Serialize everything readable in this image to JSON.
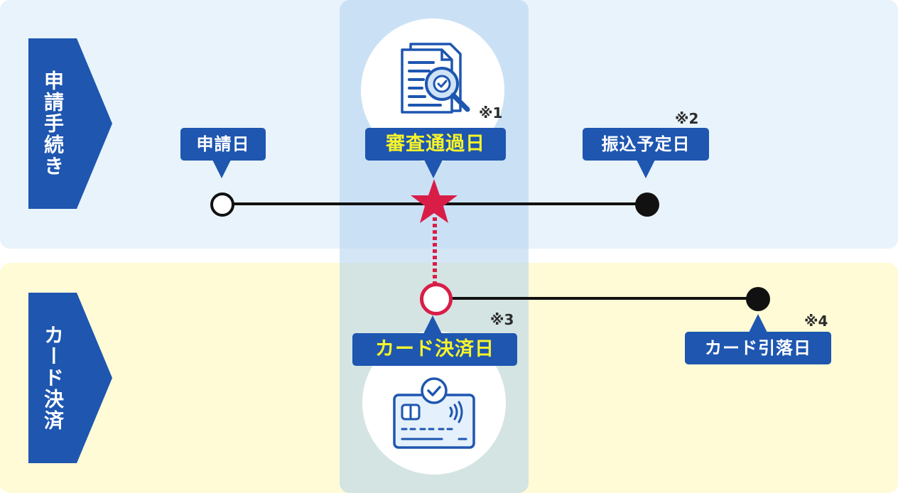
{
  "sections": {
    "application": {
      "label": "申請手続き",
      "color": "#1e56b0"
    },
    "card": {
      "label": "カード決済",
      "color": "#1e56b0"
    }
  },
  "milestones": {
    "application_date": {
      "label": "申請日"
    },
    "review_passed": {
      "label": "審査通過日",
      "note": "※1"
    },
    "transfer_scheduled": {
      "label": "振込予定日",
      "note": "※2"
    },
    "card_payment": {
      "label": "カード決済日",
      "note": "※3"
    },
    "card_withdrawal": {
      "label": "カード引落日",
      "note": "※4"
    }
  },
  "icons": {
    "review": "document-magnifier-icon",
    "card": "credit-card-check-icon",
    "star": "star-icon"
  },
  "colors": {
    "primary": "#1e56b0",
    "highlight_text": "#f7f42a",
    "star": "#d81e47",
    "top_band": "#e8f3fc",
    "bottom_band": "#fffbd6"
  }
}
